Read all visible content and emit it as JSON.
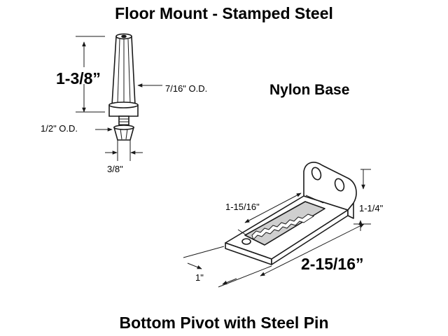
{
  "titles": {
    "top": "Floor Mount - Stamped Steel",
    "bottom": "Bottom Pivot with Steel Pin",
    "nylon_base": "Nylon Base"
  },
  "dimensions": {
    "pin_height": "1-3/8”",
    "pin_od": "7/16\" O.D.",
    "collar_od": "1/2\" O.D.",
    "tip_width": "3/8\"",
    "slot_length": "1-15/16\"",
    "bracket_height": "1-1/4\"",
    "base_width": "1\"",
    "base_length": "2-15/16”"
  },
  "colors": {
    "line": "#1a1a1a",
    "fill": "#ffffff",
    "shade": "#cfcfcf"
  }
}
